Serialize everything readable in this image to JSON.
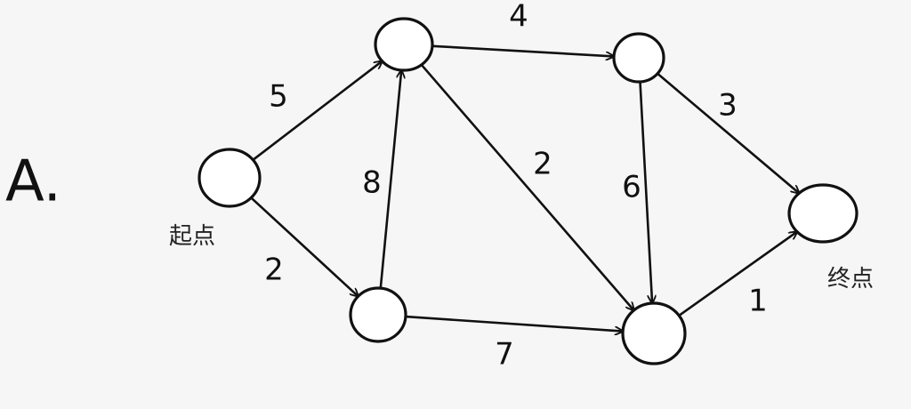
{
  "diagram": {
    "label": "A.",
    "nodes": [
      {
        "id": "start",
        "label": "起点"
      },
      {
        "id": "top_mid",
        "label": ""
      },
      {
        "id": "bottom_left",
        "label": ""
      },
      {
        "id": "top_right",
        "label": ""
      },
      {
        "id": "bottom_right",
        "label": ""
      },
      {
        "id": "end",
        "label": "终点"
      }
    ],
    "edges": [
      {
        "from": "start",
        "to": "top_mid",
        "weight": "5"
      },
      {
        "from": "start",
        "to": "bottom_left",
        "weight": "2"
      },
      {
        "from": "bottom_left",
        "to": "top_mid",
        "weight": "8"
      },
      {
        "from": "top_mid",
        "to": "top_right",
        "weight": "4"
      },
      {
        "from": "top_mid",
        "to": "bottom_right",
        "weight": "2"
      },
      {
        "from": "bottom_left",
        "to": "bottom_right",
        "weight": "7"
      },
      {
        "from": "top_right",
        "to": "bottom_right",
        "weight": "6"
      },
      {
        "from": "top_right",
        "to": "end",
        "weight": "3"
      },
      {
        "from": "bottom_right",
        "to": "end",
        "weight": "1"
      }
    ]
  }
}
